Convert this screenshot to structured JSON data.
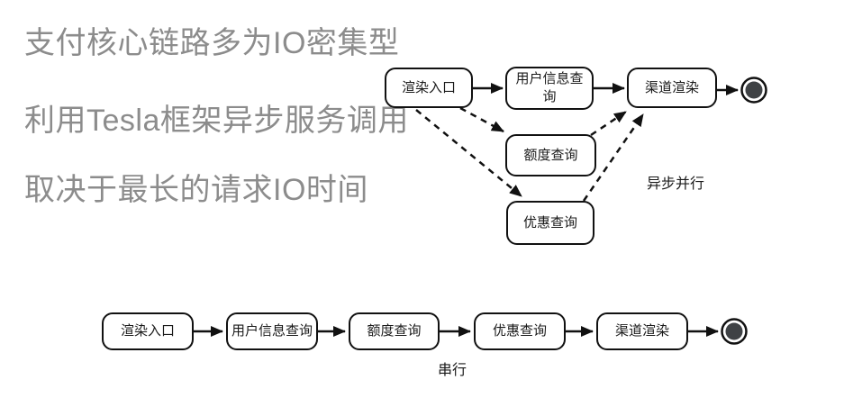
{
  "notes": {
    "color": "#8c8c8c",
    "lines": [
      "支付核心链路多为IO密集型",
      "利用Tesla框架异步服务调用",
      "取决于最长的请求IO时间"
    ]
  },
  "async_flow": {
    "caption": "异步并行",
    "nodes": {
      "entry": "渲染入口",
      "user_info": "用户信息查询",
      "quota": "额度查询",
      "discount": "优惠查询",
      "channel": "渠道渲染"
    }
  },
  "serial_flow": {
    "caption": "串行",
    "nodes": {
      "entry": "渲染入口",
      "user_info": "用户信息查询",
      "quota": "额度查询",
      "discount": "优惠查询",
      "channel": "渠道渲染"
    }
  },
  "colors": {
    "node_border": "#111111",
    "node_fill": "#ffffff",
    "arrow": "#111111",
    "note_text": "#8c8c8c",
    "end_node_inner": "#3f4245"
  }
}
